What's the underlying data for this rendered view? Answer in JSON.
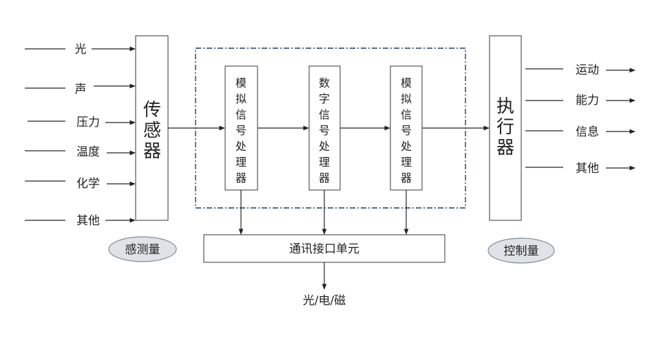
{
  "inputs": [
    "光",
    "声",
    "压力",
    "温度",
    "化学",
    "其他"
  ],
  "sensor": {
    "chars": [
      "传",
      "感",
      "器"
    ]
  },
  "processors": [
    {
      "chars": [
        "模",
        "拟",
        "信",
        "号",
        "处",
        "理",
        "器"
      ]
    },
    {
      "chars": [
        "数",
        "字",
        "信",
        "号",
        "处",
        "理",
        "器"
      ]
    },
    {
      "chars": [
        "模",
        "拟",
        "信",
        "号",
        "处",
        "理",
        "器"
      ]
    }
  ],
  "actuator": {
    "chars": [
      "执",
      "行",
      "器"
    ]
  },
  "outputs": [
    "运动",
    "能力",
    "信息",
    "其他"
  ],
  "comm_unit": "通讯接口单元",
  "comm_output": "光/电/磁",
  "badges": {
    "sensing": "感测量",
    "control": "控制量"
  }
}
